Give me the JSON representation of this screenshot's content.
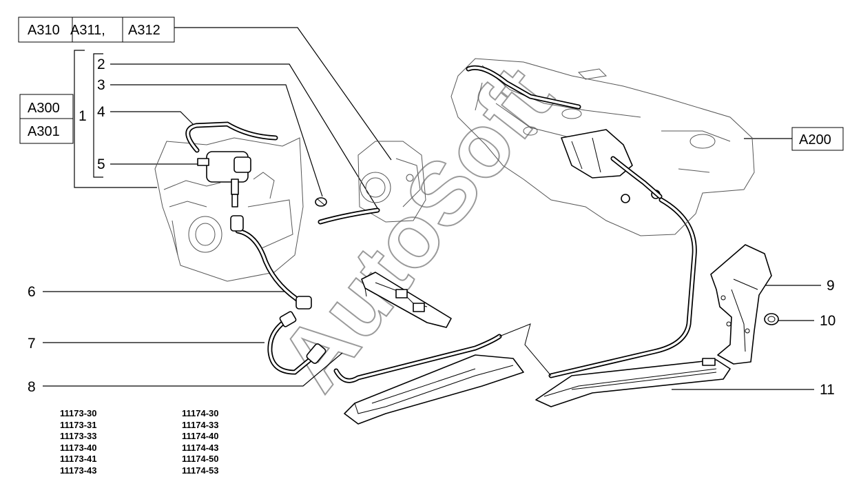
{
  "watermark": "AutoSoft",
  "part_boxes": {
    "a310": "A310",
    "a311": "A311,",
    "a312": "A312",
    "a300": "A300",
    "a301": "A301",
    "a200": "A200"
  },
  "callouts": {
    "c1": "1",
    "c2": "2",
    "c3": "3",
    "c4": "4",
    "c5": "5",
    "c6": "6",
    "c7": "7",
    "c8": "8",
    "c9": "9",
    "c10": "10",
    "c11": "11"
  },
  "model_codes_left": [
    "11173-30",
    "11173-31",
    "11173-33",
    "11173-40",
    "11173-41",
    "11173-43"
  ],
  "model_codes_right": [
    "11174-30",
    "11174-33",
    "11174-40",
    "11174-43",
    "11174-50",
    "11174-53"
  ]
}
